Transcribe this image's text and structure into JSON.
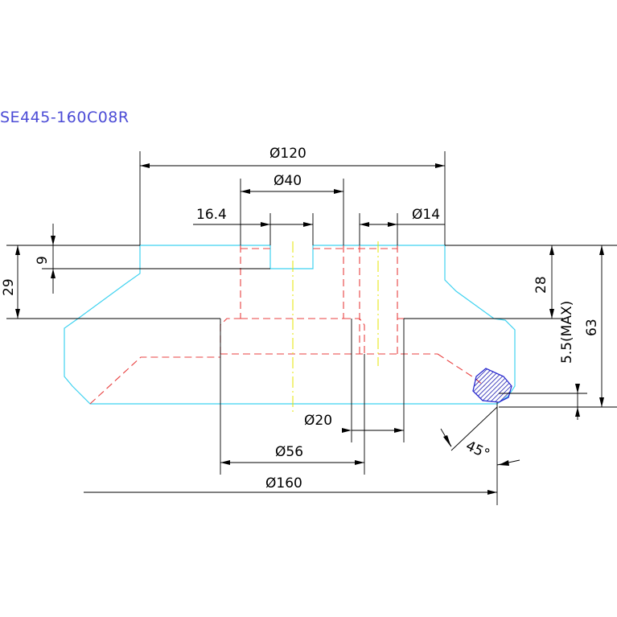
{
  "title": "SE445-160C08R",
  "colors": {
    "outline": "#3fd2f0",
    "hidden": "#e84040",
    "center": "#e6e600",
    "dimension": "#000000",
    "title": "#4b4bd6",
    "insert": "#2a2ad0"
  },
  "dimensions": {
    "d120": "Ø120",
    "d40": "Ø40",
    "d16_4": "16.4",
    "d14": "Ø14",
    "d9": "9",
    "d29": "29",
    "d28": "28",
    "d63": "63",
    "d5_5": "5.5(MAX)",
    "d20": "Ø20",
    "d56": "Ø56",
    "d160": "Ø160",
    "angle": "45°"
  }
}
